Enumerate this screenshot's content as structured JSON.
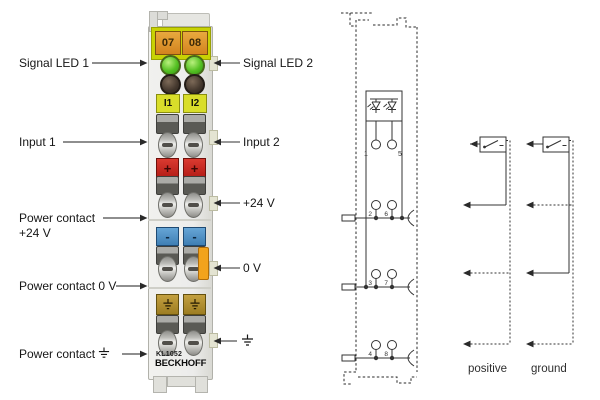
{
  "module": {
    "connector_labels": [
      "07",
      "08"
    ],
    "channel_labels": [
      "I1",
      "I2"
    ],
    "plus": "+",
    "minus": "-",
    "model": "KL1052",
    "brand": "BECKHOFF"
  },
  "callouts": {
    "left": [
      {
        "label": "Signal LED 1"
      },
      {
        "label": "Input 1"
      },
      {
        "label": "Power contact",
        "label2": "+24 V"
      },
      {
        "label": "Power contact 0 V"
      },
      {
        "label": "Power contact"
      }
    ],
    "right": [
      {
        "label": "Signal LED 2"
      },
      {
        "label": "Input 2"
      },
      {
        "label": "+24 V"
      },
      {
        "label": "0 V"
      }
    ]
  },
  "schematic": {
    "terminal_numbers": [
      "1",
      "5",
      "2",
      "6",
      "3",
      "7",
      "4",
      "8"
    ]
  },
  "wiring": {
    "column_labels": [
      "positive",
      "ground"
    ]
  },
  "colors": {
    "strip_yellow": "#c8d204",
    "connector_orange": "#d98c28",
    "led_green": "#46b41e",
    "led_off": "#43372d",
    "channel_yellow": "#d9de2a",
    "plus_red": "#c8251f",
    "minus_blue": "#4f93c9",
    "ground_gold": "#ab8b2f",
    "side_tab_orange": "#f2a31c"
  }
}
